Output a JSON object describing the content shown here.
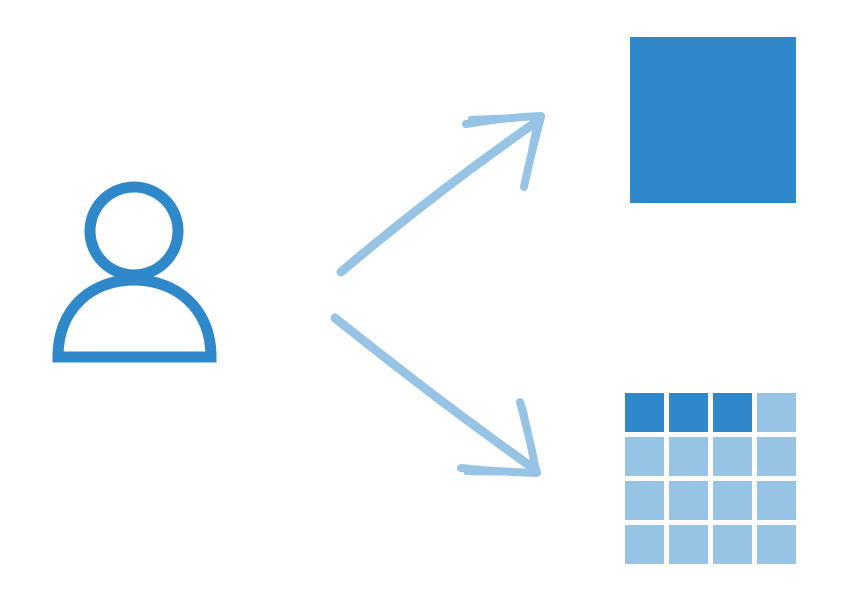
{
  "colors": {
    "primary": "#2e88c9",
    "light": "#97c4e4",
    "background": "#ffffff"
  },
  "icons": {
    "user": "user-icon",
    "arrow_up": "arrow-up-right-icon",
    "arrow_down": "arrow-down-right-icon",
    "solid_block": "solid-square-icon",
    "grid": "grid-icon"
  },
  "grid": {
    "rows": 4,
    "columns": 4,
    "highlighted_cells": [
      [
        0,
        0
      ],
      [
        0,
        1
      ],
      [
        0,
        2
      ]
    ]
  }
}
